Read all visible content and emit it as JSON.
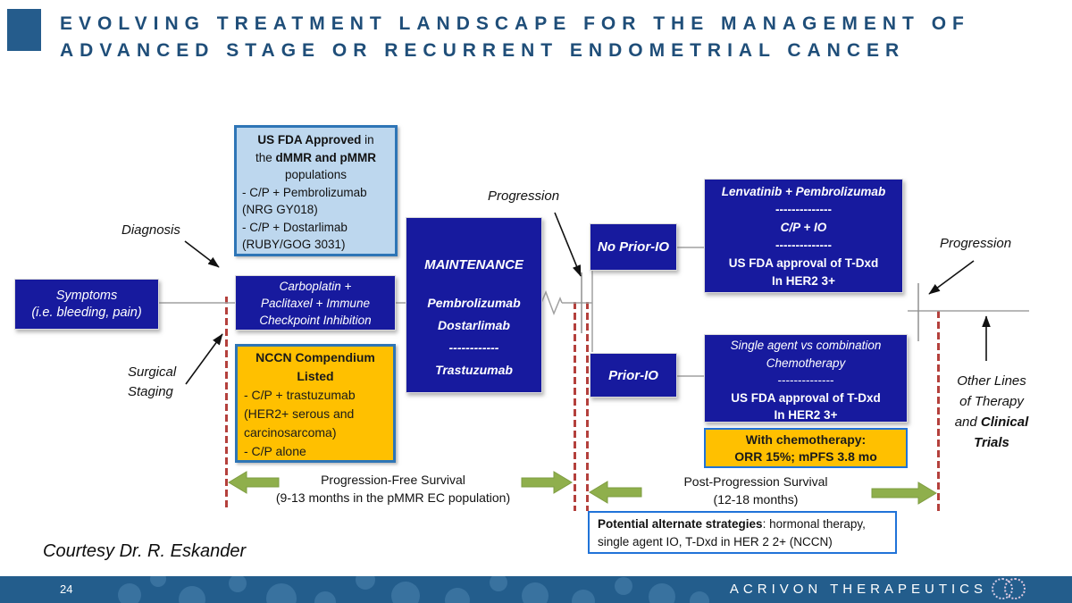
{
  "slide": {
    "title_line1": "EVOLVING TREATMENT LANDSCAPE FOR THE MANAGEMENT OF",
    "title_line2": "ADVANCED STAGE OR RECURRENT ENDOMETRIAL CANCER",
    "courtesy": "Courtesy Dr. R. Eskander"
  },
  "labels": {
    "diagnosis": "Diagnosis",
    "surgical1": "Surgical",
    "surgical2": "Staging",
    "progression_left": "Progression",
    "progression_right": "Progression",
    "other_lines_l1": "Other Lines",
    "other_lines_l2": "of Therapy",
    "other_lines_l3a": "and ",
    "other_lines_l3b": "Clinical",
    "other_lines_l4": "Trials"
  },
  "boxes": {
    "symptoms": {
      "l1": "Symptoms",
      "l2": "(i.e. bleeding, pain)"
    },
    "fda": {
      "l1b": "US FDA Approved",
      "l1r": " in",
      "l2r": "the ",
      "l2b": "dMMR and pMMR",
      "l3": "populations",
      "l4": "- C/P + Pembrolizumab",
      "l5": "(NRG GY018)",
      "l6": "- C/P + Dostarlimab",
      "l7": "(RUBY/GOG 3031)"
    },
    "carboplatin": {
      "l1": "Carboplatin +",
      "l2": "Paclitaxel + Immune",
      "l3": "Checkpoint Inhibition"
    },
    "nccn": {
      "t1": "NCCN Compendium",
      "t2": "Listed",
      "l1": "- C/P + trastuzumab",
      "l2": "(HER2+ serous and",
      "l3": "carcinosarcoma)",
      "l4": "- C/P alone"
    },
    "maintenance": {
      "title": "MAINTENANCE",
      "l1": "Pembrolizumab",
      "l2": "Dostarlimab",
      "divider": "------------",
      "l3": "Trastuzumab"
    },
    "no_prior_io": "No Prior-IO",
    "prior_io": "Prior-IO",
    "lenvatinib": {
      "l1": "Lenvatinib + Pembrolizumab",
      "d1": "--------------",
      "l2": "C/P + IO",
      "d2": "--------------",
      "l3": "US FDA approval of T-Dxd",
      "l4": "In HER2 3+"
    },
    "single_agent": {
      "l1": "Single agent vs combination",
      "l2": "Chemotherapy",
      "d1": "--------------",
      "l3": "US FDA approval of T-Dxd",
      "l4": "In HER2 3+"
    },
    "with_chemo": {
      "l1": "With chemotherapy:",
      "l2": "ORR 15%; mPFS 3.8 mo"
    },
    "alt_strategies": {
      "bold": "Potential alternate strategies",
      "rest": ": hormonal therapy,",
      "l2": "single agent IO,  T-Dxd in HER 2 2+ (NCCN)"
    }
  },
  "survival": {
    "pfs_l1": "Progression-Free Survival",
    "pfs_l2": "(9-13 months in the pMMR EC population)",
    "pps_l1": "Post-Progression Survival",
    "pps_l2": "(12-18 months)"
  },
  "footer": {
    "page_number": "24",
    "company": "ACRIVON THERAPEUTICS"
  },
  "icons": {
    "acrivon_logo": "interlocking-rings",
    "green_arrows": "block-arrow",
    "break_symbol": "zigzag-line-break"
  },
  "colors": {
    "navy_box": "#171A9E",
    "light_blue_box": "#BDD7EE",
    "steel_blue_border": "#2E75B6",
    "bright_blue_border": "#2073D8",
    "yellow_box": "#FFC000",
    "title_text": "#1F4E79",
    "red_dash": "#B4403C",
    "green_arrow": "#8FAF4C",
    "footer_bar": "#235D8C",
    "footer_dot": "#39729F",
    "connector_gray": "#A0A0A0"
  }
}
